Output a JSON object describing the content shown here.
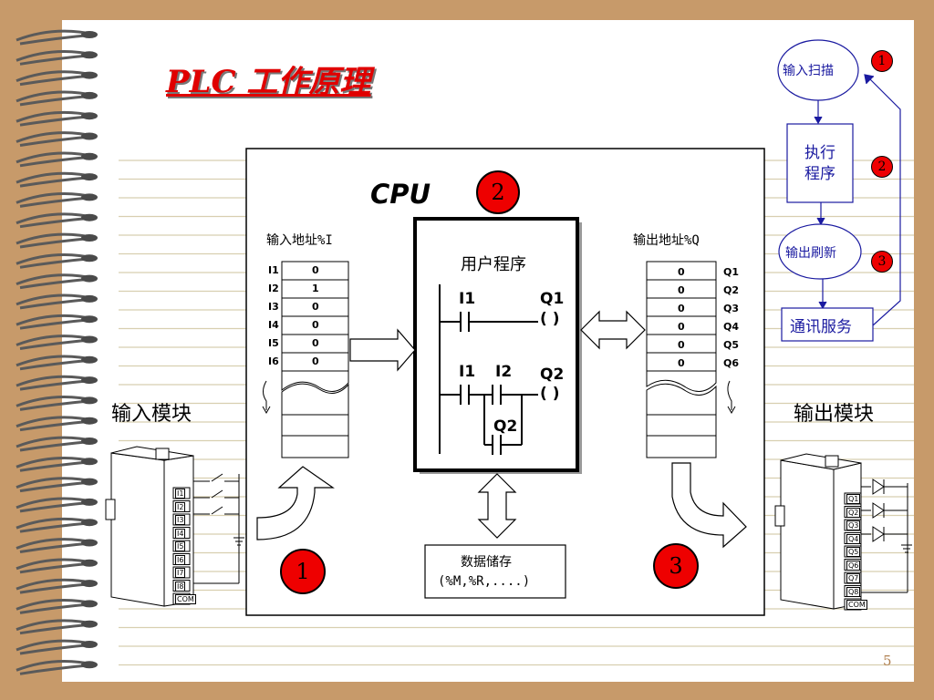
{
  "slide": {
    "title": "PLC 工作原理",
    "page_number": "5"
  },
  "cpu": {
    "label": "CPU",
    "step_number": "2"
  },
  "input_address": {
    "label": "输入地址%I",
    "rows": [
      {
        "name": "I1",
        "value": "0"
      },
      {
        "name": "I2",
        "value": "1"
      },
      {
        "name": "I3",
        "value": "0"
      },
      {
        "name": "I4",
        "value": "0"
      },
      {
        "name": "I5",
        "value": "0"
      },
      {
        "name": "I6",
        "value": "0"
      }
    ]
  },
  "output_address": {
    "label": "输出地址%Q",
    "rows": [
      {
        "name": "Q1",
        "value": "0"
      },
      {
        "name": "Q2",
        "value": "0"
      },
      {
        "name": "Q3",
        "value": "0"
      },
      {
        "name": "Q4",
        "value": "0"
      },
      {
        "name": "Q5",
        "value": "0"
      },
      {
        "name": "Q6",
        "value": "0"
      }
    ]
  },
  "user_program": {
    "label": "用户程序",
    "rung1_contact": "I1",
    "rung1_coil": "Q1",
    "rung2_contact1": "I1",
    "rung2_contact2": "I2",
    "rung2_coil": "Q2",
    "rung2_parallel": "Q2",
    "coil_symbol": "( )"
  },
  "data_storage": {
    "line1": "数据储存",
    "line2": "(%M,%R,....)"
  },
  "modules": {
    "input_label": "输入模块",
    "output_label": "输出模块",
    "input_step": "1",
    "output_step": "3",
    "input_terminals": [
      "I1",
      "I2",
      "I3",
      "I4",
      "I5",
      "I6",
      "I7",
      "I8",
      "COM"
    ],
    "output_terminals": [
      "Q1",
      "Q2",
      "Q3",
      "Q4",
      "Q5",
      "Q6",
      "Q7",
      "Q8",
      "COM"
    ]
  },
  "flow": {
    "step1_label": "输入扫描",
    "step2_label_line1": "执行",
    "step2_label_line2": "程序",
    "step3_label": "输出刷新",
    "step4_label": "通讯服务",
    "num1": "1",
    "num2": "2",
    "num3": "3",
    "border_color": "#1a1aa0"
  },
  "colors": {
    "background": "#c79a6a",
    "paper": "#ffffff",
    "accent_red": "#ee0000",
    "title_red": "#e00000"
  }
}
